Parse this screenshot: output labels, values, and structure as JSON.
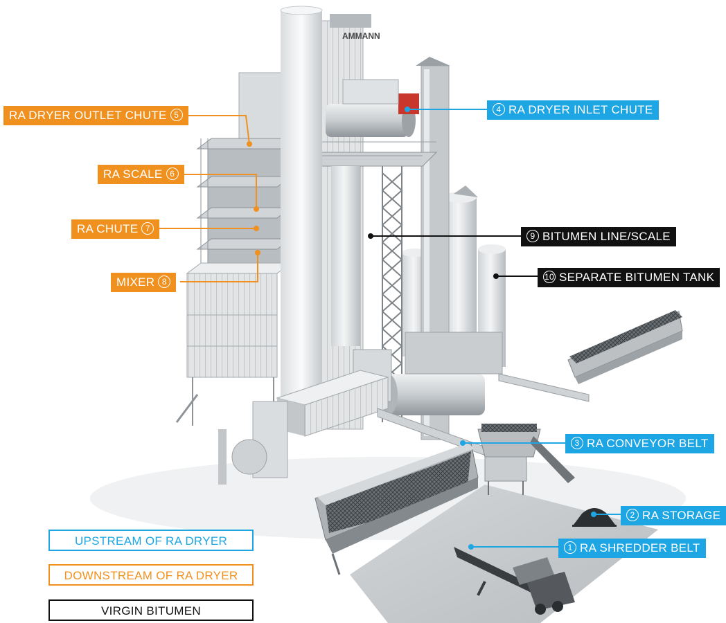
{
  "brand": "AMMANN",
  "colors": {
    "upstream": "#1ea6e4",
    "downstream": "#f0901e",
    "virgin": "#111111"
  },
  "callouts": [
    {
      "num": "1",
      "label": "RA SHREDDER BELT",
      "category": "upstream"
    },
    {
      "num": "2",
      "label": "RA STORAGE",
      "category": "upstream"
    },
    {
      "num": "3",
      "label": "RA CONVEYOR BELT",
      "category": "upstream"
    },
    {
      "num": "4",
      "label": "RA DRYER INLET CHUTE",
      "category": "upstream"
    },
    {
      "num": "5",
      "label": "RA DRYER OUTLET CHUTE",
      "category": "downstream"
    },
    {
      "num": "6",
      "label": "RA SCALE",
      "category": "downstream"
    },
    {
      "num": "7",
      "label": "RA CHUTE",
      "category": "downstream"
    },
    {
      "num": "8",
      "label": "MIXER",
      "category": "downstream"
    },
    {
      "num": "9",
      "label": "BITUMEN LINE/SCALE",
      "category": "virgin"
    },
    {
      "num": "10",
      "label": "SEPARATE BITUMEN TANK",
      "category": "virgin"
    }
  ],
  "legend": {
    "upstream": "UPSTREAM OF RA DRYER",
    "downstream": "DOWNSTREAM OF RA DRYER",
    "virgin": "VIRGIN BITUMEN"
  }
}
